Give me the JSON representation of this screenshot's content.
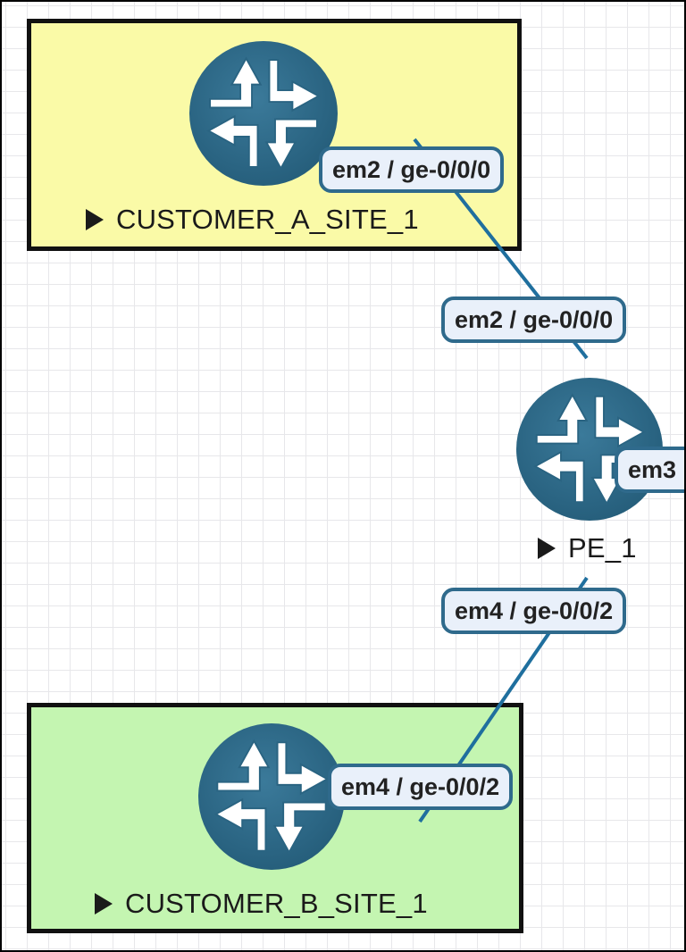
{
  "colors": {
    "site_a_fill": "#fafaa7",
    "site_b_fill": "#c4f5b1",
    "router_fill": "#2a6482",
    "link_color": "#1f6f9e",
    "label_border": "#2f6a8c",
    "label_fill": "#e9f0fa"
  },
  "sites": {
    "site_a": {
      "name": "CUSTOMER_A_SITE_1"
    },
    "site_b": {
      "name": "CUSTOMER_B_SITE_1"
    }
  },
  "nodes": {
    "pe_1": {
      "name": "PE_1",
      "icon": "router-icon"
    },
    "router_a": {
      "icon": "router-icon"
    },
    "router_b": {
      "icon": "router-icon"
    }
  },
  "links": [
    {
      "from": "CUSTOMER_A_SITE_1",
      "to": "PE_1",
      "from_interface": "em2 / ge-0/0/0",
      "to_interface": "em2 / ge-0/0/0"
    },
    {
      "from": "PE_1",
      "to": "CUSTOMER_B_SITE_1",
      "from_interface": "em4 / ge-0/0/2",
      "to_interface": "em4 / ge-0/0/2"
    },
    {
      "from": "PE_1",
      "to": "",
      "from_interface": "em3"
    }
  ]
}
